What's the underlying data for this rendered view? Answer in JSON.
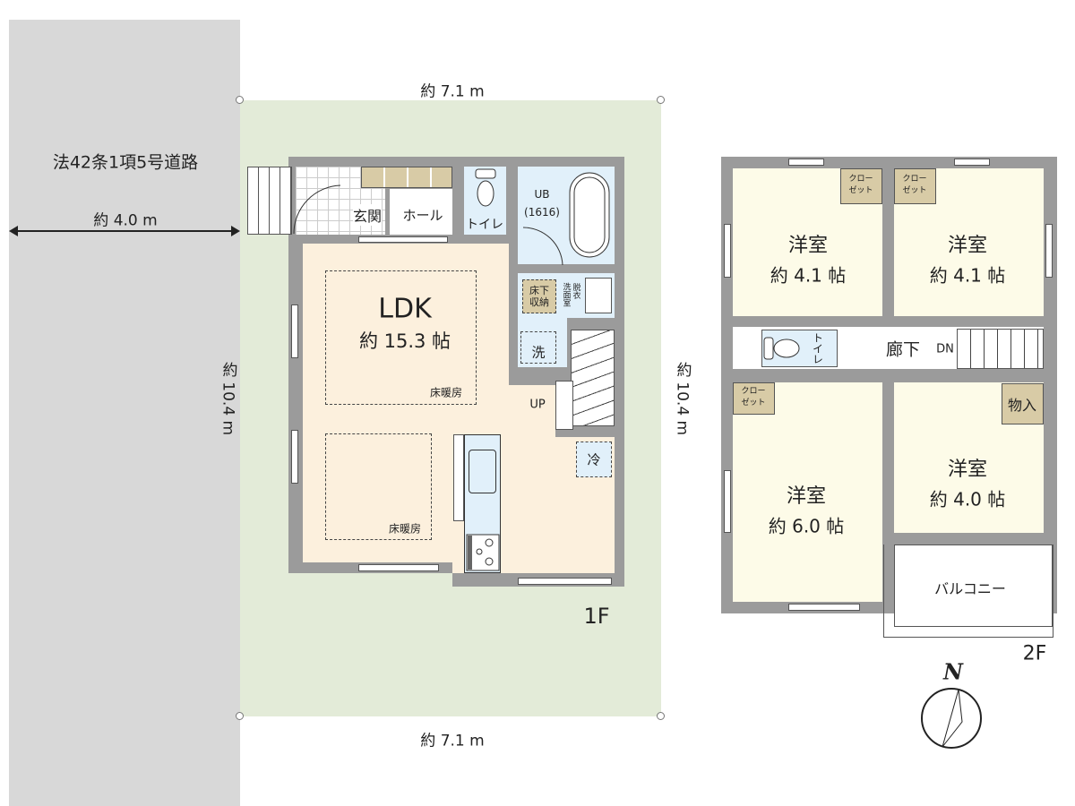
{
  "site": {
    "road_label": "法42条1項5号道路",
    "road_width": "約 4.0 m",
    "lot_width_top": "約 7.1 m",
    "lot_width_bottom": "約 7.1 m",
    "lot_depth_left": "約 10.4 m",
    "lot_depth_right": "約 10.4 m"
  },
  "colors": {
    "road": "#d8d8d8",
    "lot": "#e3ebd8",
    "wall": "#9b9b9b",
    "ldk": "#fcf0dd",
    "wet": "#e1f0fa",
    "western_room": "#fdfbe8",
    "closet": "#d8cba6"
  },
  "floor1": {
    "label": "1F",
    "entrance": "玄関",
    "hall": "ホール",
    "toilet": "トイレ",
    "bath": "UB",
    "bath_size": "(1616)",
    "underfloor_storage": "床下\n収納",
    "washroom": "洗面室",
    "dressing": "脱衣",
    "washer": "洗",
    "ldk": "LDK",
    "ldk_size": "約 15.3 帖",
    "floor_heating_1": "床暖房",
    "floor_heating_2": "床暖房",
    "stairs_up": "UP",
    "fridge": "冷"
  },
  "floor2": {
    "label": "2F",
    "rooms": [
      {
        "name": "洋室",
        "size": "約 4.1 帖",
        "closet": "クロー\nゼット"
      },
      {
        "name": "洋室",
        "size": "約 4.1 帖",
        "closet": "クロー\nゼット"
      },
      {
        "name": "洋室",
        "size": "約 6.0 帖",
        "closet": "クロー\nゼット"
      },
      {
        "name": "洋室",
        "size": "約 4.0 帖",
        "closet": "物入"
      }
    ],
    "corridor": "廊下",
    "stairs_down": "DN",
    "toilet": "トイレ",
    "balcony": "バルコニー"
  },
  "compass": {
    "label": "N",
    "icon": "north-arrow-icon"
  }
}
